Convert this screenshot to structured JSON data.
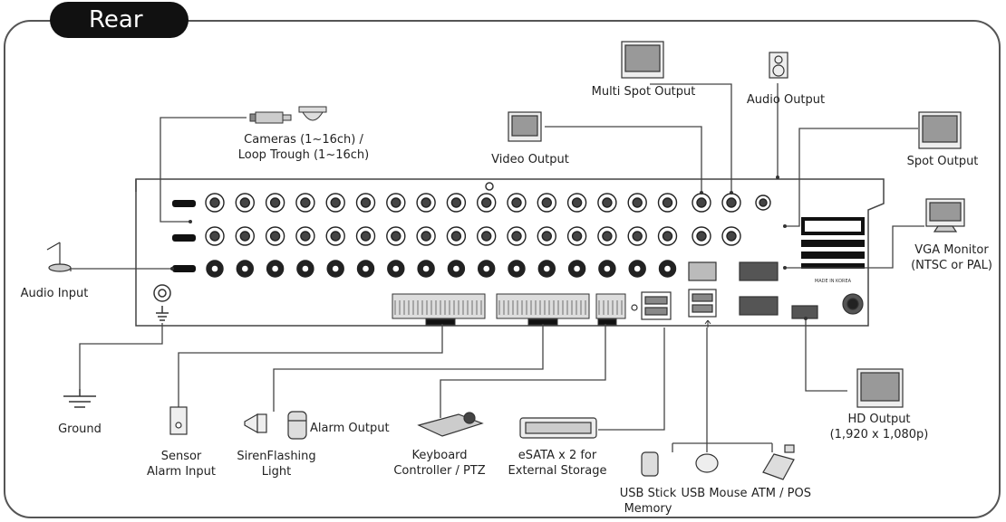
{
  "title": "Rear",
  "labels": {
    "cameras_l1": "Cameras (1~16ch) /",
    "cameras_l2": "Loop Trough (1~16ch)",
    "video_output": "Video Output",
    "multi_spot_output": "Multi Spot Output",
    "audio_output": "Audio Output",
    "spot_output": "Spot Output",
    "vga_l1": "VGA Monitor",
    "vga_l2": "(NTSC or PAL)",
    "audio_input": "Audio Input",
    "ground": "Ground",
    "sensor_l1": "Sensor",
    "sensor_l2": "Alarm Input",
    "siren_l1": "SirenFlashing",
    "siren_l2": "Light",
    "alarm_output": "Alarm Output",
    "keyboard_l1": "Keyboard",
    "keyboard_l2": "Controller / PTZ",
    "esata_l1": "eSATA x 2 for",
    "esata_l2": "External Storage",
    "usb_stick_l1": "USB Stick",
    "usb_stick_l2": "Memory",
    "usb_mouse": "USB Mouse",
    "atm_pos": "ATM / POS",
    "hd_l1": "HD Output",
    "hd_l2": "(1,920 x 1,080p)",
    "made_in": "MADE IN KOREA"
  }
}
